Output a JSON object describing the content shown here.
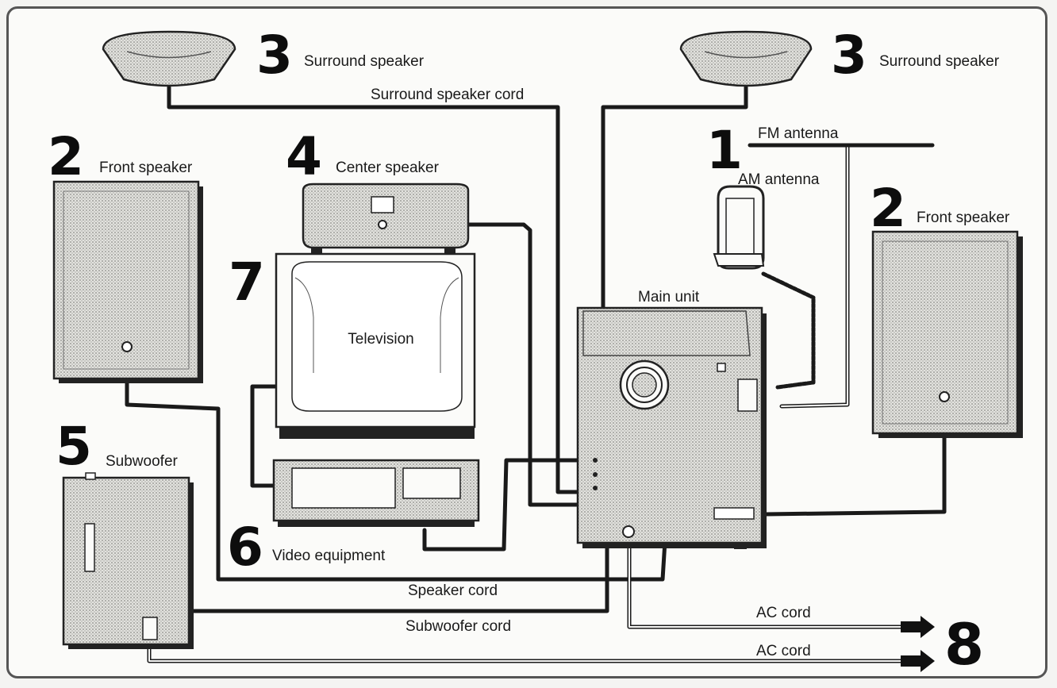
{
  "labels": {
    "surround_speaker_left": "Surround speaker",
    "surround_speaker_right": "Surround speaker",
    "surround_speaker_cord": "Surround speaker cord",
    "front_speaker_left": "Front speaker",
    "front_speaker_right": "Front speaker",
    "center_speaker": "Center speaker",
    "fm_antenna": "FM antenna",
    "am_antenna": "AM antenna",
    "main_unit": "Main unit",
    "television": "Television",
    "subwoofer": "Subwoofer",
    "video_equipment": "Video equipment",
    "speaker_cord": "Speaker cord",
    "subwoofer_cord": "Subwoofer cord",
    "ac_cord_1": "AC cord",
    "ac_cord_2": "AC cord"
  },
  "numbers": {
    "surround_left": "3",
    "surround_right": "3",
    "front_left": "2",
    "front_right": "2",
    "center": "4",
    "antenna": "1",
    "television": "7",
    "subwoofer": "5",
    "video": "6",
    "ac": "8"
  },
  "colors": {
    "ink": "#1a1a1a",
    "paper": "#fbfbf9",
    "frame": "#555555"
  }
}
